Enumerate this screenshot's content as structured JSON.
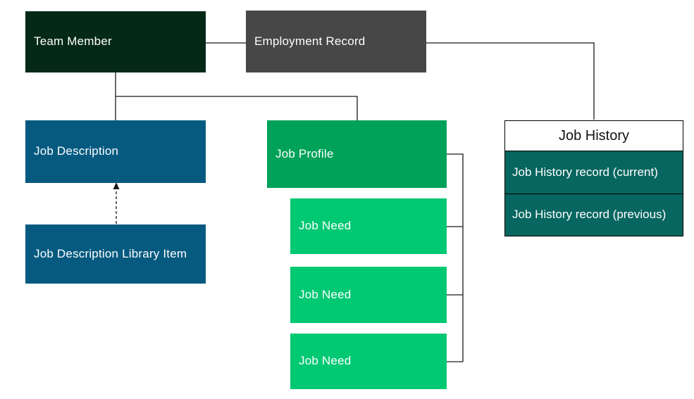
{
  "diagram": {
    "nodes": {
      "team_member": {
        "label": "Team Member",
        "bg": "#052917",
        "text_color": "#ffffff"
      },
      "employment_record": {
        "label": "Employment Record",
        "bg": "#474747",
        "text_color": "#ffffff"
      },
      "job_description": {
        "label": "Job Description",
        "bg": "#065a80",
        "text_color": "#ffffff"
      },
      "job_description_library_item": {
        "label": "Job Description Library Item",
        "bg": "#065a80",
        "text_color": "#ffffff"
      },
      "job_profile": {
        "label": "Job Profile",
        "bg": "#00a25a",
        "text_color": "#ffffff"
      },
      "job_needs": [
        {
          "label": "Job Need",
          "bg": "#00c873"
        },
        {
          "label": "Job Need",
          "bg": "#00c873"
        },
        {
          "label": "Job Need",
          "bg": "#00c873"
        }
      ],
      "job_history": {
        "title": "Job History",
        "header_bg": "#ffffff",
        "header_text_color": "#121212",
        "row_bg": "#07665f",
        "rows": [
          {
            "label": "Job History record (current)"
          },
          {
            "label": "Job History record (previous)"
          }
        ]
      }
    },
    "edges": [
      {
        "from": "Team Member",
        "to": "Employment Record",
        "style": "solid"
      },
      {
        "from": "Employment Record",
        "to": "Job History",
        "style": "solid"
      },
      {
        "from": "Team Member",
        "to": "Job Description",
        "style": "solid"
      },
      {
        "from": "Team Member",
        "to": "Job Profile",
        "style": "solid"
      },
      {
        "from": "Job Profile",
        "to": "Job Need",
        "style": "solid",
        "count": 3
      },
      {
        "from": "Job Description Library Item",
        "to": "Job Description",
        "style": "dashed-arrow"
      }
    ],
    "line_color": "#1a1a1a"
  }
}
